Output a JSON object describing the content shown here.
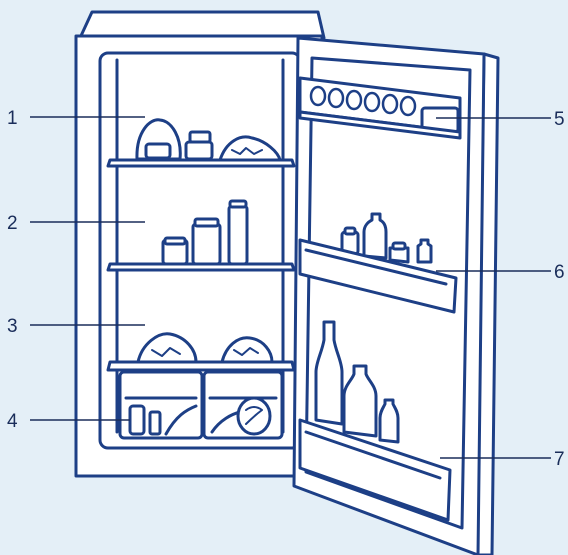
{
  "diagram": {
    "callouts": [
      {
        "id": "1",
        "label": "1"
      },
      {
        "id": "2",
        "label": "2"
      },
      {
        "id": "3",
        "label": "3"
      },
      {
        "id": "4",
        "label": "4"
      },
      {
        "id": "5",
        "label": "5"
      },
      {
        "id": "6",
        "label": "6"
      },
      {
        "id": "7",
        "label": "7"
      }
    ]
  },
  "colors": {
    "background": "#e4eff7",
    "line": "#1d3f86",
    "fill": "#ffffff",
    "text": "#1a2d5a"
  }
}
